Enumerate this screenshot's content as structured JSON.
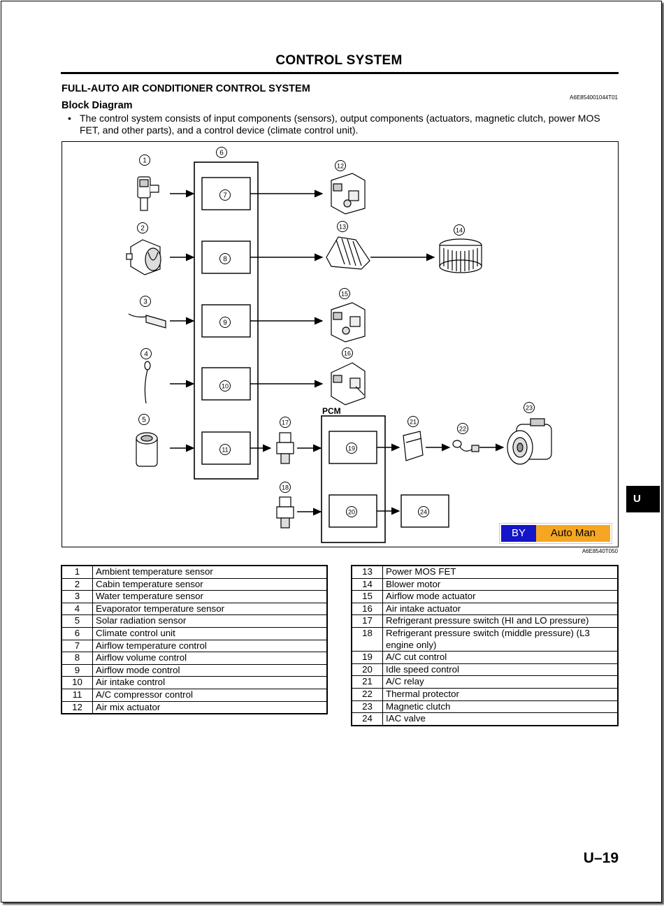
{
  "header": {
    "title": "CONTROL SYSTEM"
  },
  "section": {
    "heading": "FULL-AUTO AIR CONDITIONER CONTROL SYSTEM",
    "ref_code": "A6E854001044T01",
    "subheading": "Block Diagram",
    "bullet": "The control system consists of input components (sensors), output components (actuators, magnetic clutch, power MOS FET, and other parts), and a control device (climate control unit)."
  },
  "diagram": {
    "pcm_label": "PCM",
    "figure_code": "A6E8540T050",
    "callouts": [
      "1",
      "2",
      "3",
      "4",
      "5",
      "6",
      "7",
      "8",
      "9",
      "10",
      "11",
      "12",
      "13",
      "14",
      "15",
      "16",
      "17",
      "18",
      "19",
      "20",
      "21",
      "22",
      "23",
      "24"
    ]
  },
  "watermark": {
    "by": "BY",
    "name": "Auto Man"
  },
  "side_tab": "U",
  "legend_left": [
    {
      "n": "1",
      "label": "Ambient temperature sensor"
    },
    {
      "n": "2",
      "label": "Cabin temperature sensor"
    },
    {
      "n": "3",
      "label": "Water temperature sensor"
    },
    {
      "n": "4",
      "label": "Evaporator temperature sensor"
    },
    {
      "n": "5",
      "label": "Solar radiation sensor"
    },
    {
      "n": "6",
      "label": "Climate control unit"
    },
    {
      "n": "7",
      "label": "Airflow temperature control"
    },
    {
      "n": "8",
      "label": "Airflow volume control"
    },
    {
      "n": "9",
      "label": "Airflow mode control"
    },
    {
      "n": "10",
      "label": "Air intake control"
    },
    {
      "n": "11",
      "label": "A/C compressor control"
    },
    {
      "n": "12",
      "label": "Air mix actuator"
    }
  ],
  "legend_right": [
    {
      "n": "13",
      "label": "Power MOS FET"
    },
    {
      "n": "14",
      "label": "Blower motor"
    },
    {
      "n": "15",
      "label": "Airflow mode actuator"
    },
    {
      "n": "16",
      "label": "Air intake actuator"
    },
    {
      "n": "17",
      "label": "Refrigerant pressure switch (HI and LO pressure)"
    },
    {
      "n": "18",
      "label": "Refrigerant pressure switch (middle pressure) (L3 engine only)"
    },
    {
      "n": "19",
      "label": "A/C cut control"
    },
    {
      "n": "20",
      "label": "Idle speed control"
    },
    {
      "n": "21",
      "label": "A/C relay"
    },
    {
      "n": "22",
      "label": "Thermal protector"
    },
    {
      "n": "23",
      "label": "Magnetic clutch"
    },
    {
      "n": "24",
      "label": "IAC valve"
    }
  ],
  "footer": {
    "page_number": "U–19"
  }
}
